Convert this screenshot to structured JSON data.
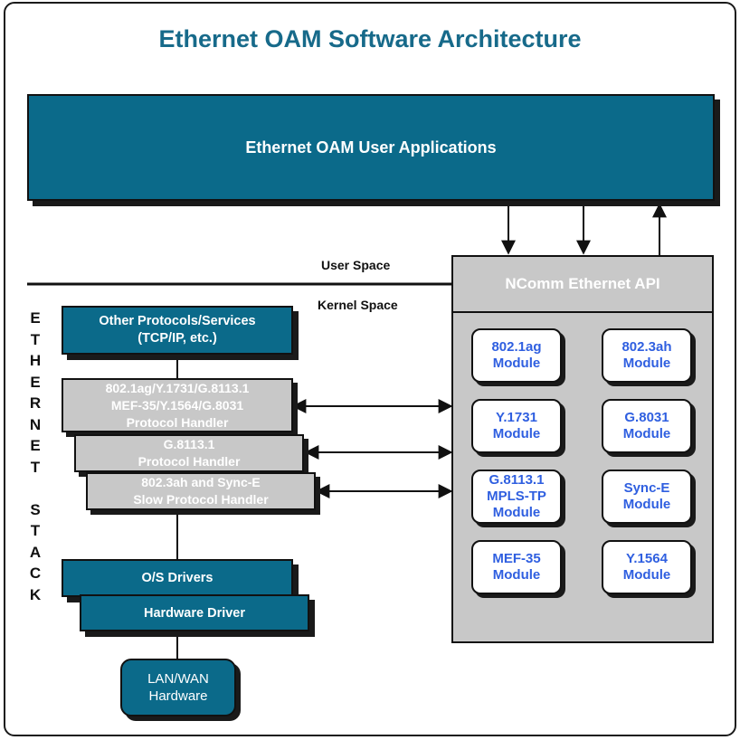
{
  "title": "Ethernet OAM Software Architecture",
  "user_apps": "Ethernet OAM User Applications",
  "user_space": "User Space",
  "kernel_space": "Kernel Space",
  "ethernet_stack_letters": [
    "E",
    "T",
    "H",
    "E",
    "R",
    "N",
    "E",
    "T",
    "",
    "S",
    "T",
    "A",
    "C",
    "K"
  ],
  "other_protocols": {
    "line1": "Other Protocols/Services",
    "line2": "(TCP/IP, etc.)"
  },
  "protocol_handler": {
    "line1": "802.1ag/Y.1731/G.8113.1",
    "line2": "MEF-35/Y.1564/G.8031",
    "line3": "Protocol Handler"
  },
  "g8113_handler": {
    "line1": "G.8113.1",
    "line2": "Protocol Handler"
  },
  "slow_handler": {
    "line1": "802.3ah and Sync-E",
    "line2": "Slow Protocol Handler"
  },
  "os_drivers": "O/S Drivers",
  "hardware_driver": "Hardware Driver",
  "lan_wan": {
    "line1": "LAN/WAN",
    "line2": "Hardware"
  },
  "api_title": "NComm Ethernet API",
  "modules": [
    {
      "line1": "802.1ag",
      "line2": "Module",
      "line3": ""
    },
    {
      "line1": "802.3ah",
      "line2": "Module",
      "line3": ""
    },
    {
      "line1": "Y.1731",
      "line2": "Module",
      "line3": ""
    },
    {
      "line1": "G.8031",
      "line2": "Module",
      "line3": ""
    },
    {
      "line1": "G.8113.1",
      "line2": "MPLS-TP",
      "line3": "Module"
    },
    {
      "line1": "Sync-E",
      "line2": "Module",
      "line3": ""
    },
    {
      "line1": "MEF-35",
      "line2": "Module",
      "line3": ""
    },
    {
      "line1": "Y.1564",
      "line2": "Module",
      "line3": ""
    }
  ],
  "colors": {
    "teal": "#0b6a8a",
    "title": "#176a8a",
    "module_text": "#2f5fe0",
    "grey_box": "#c8c8c8",
    "api_panel": "#c8c8c8"
  }
}
